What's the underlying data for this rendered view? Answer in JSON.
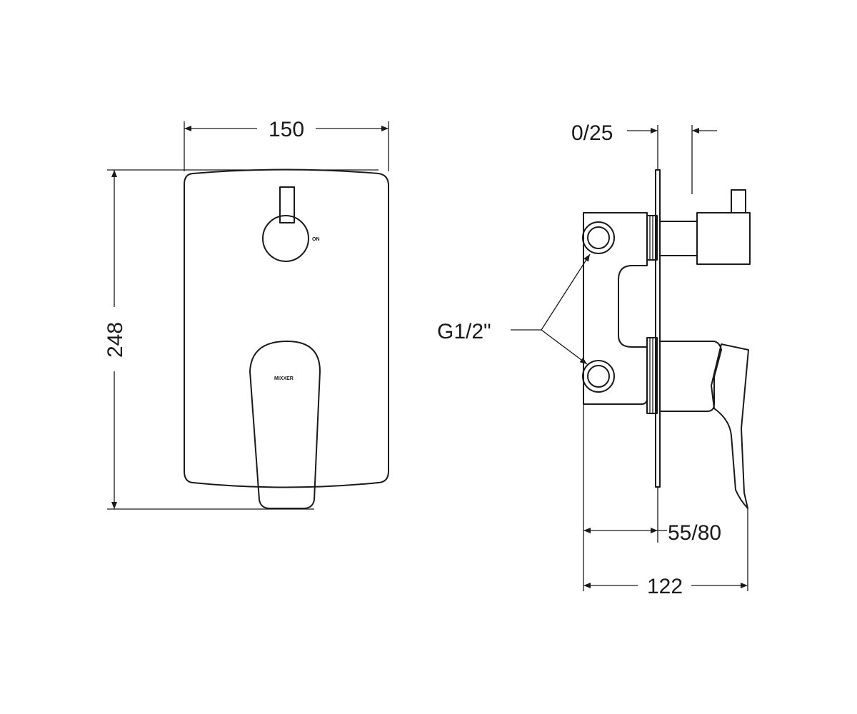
{
  "front_view": {
    "width_dim": "150",
    "height_dim": "248",
    "knob_label": "ON",
    "brand_mark": "MIXXER"
  },
  "side_view": {
    "depth_adjust_dim": "0/25",
    "thread_label": "G1/2\"",
    "projection_dim": "55/80",
    "total_depth_dim": "122"
  },
  "colors": {
    "line": "#1a1a1a",
    "background": "#ffffff"
  }
}
